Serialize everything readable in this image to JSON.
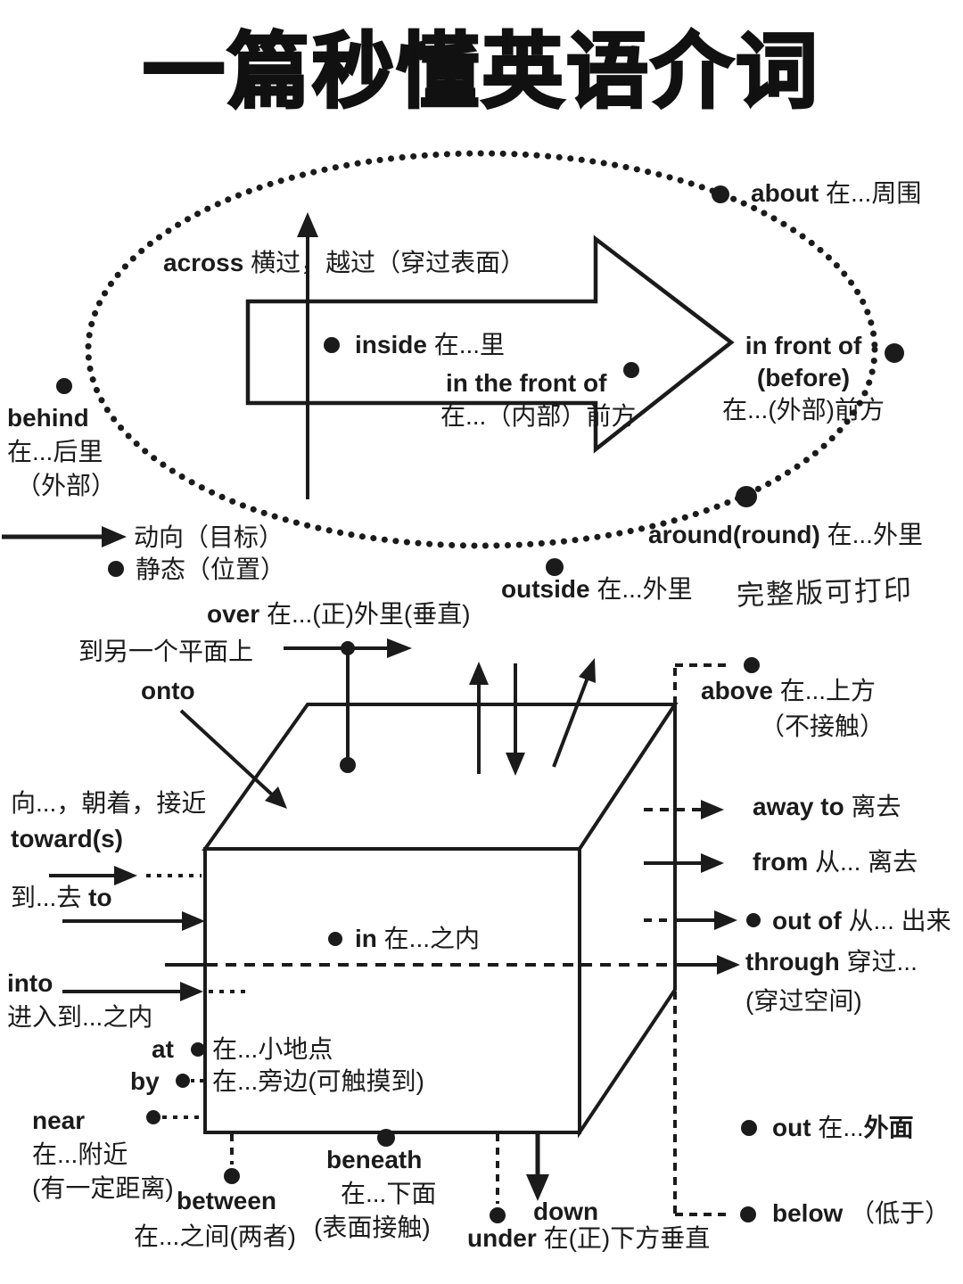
{
  "title": "一篇秒懂英语介词",
  "watermark": "完整版可打印",
  "colors": {
    "ink": "#1b1b1b",
    "background": "#ffffff"
  },
  "legend": {
    "motion_label": "动向（目标）",
    "static_label": "静态（位置）"
  },
  "ellipse_section": {
    "about": {
      "en": "about",
      "zh": "在...周围"
    },
    "across": {
      "en": "across",
      "zh": "横过，越过（穿过表面）"
    },
    "inside": {
      "en": "inside",
      "zh": "在...里"
    },
    "in_the_front_of": {
      "en": "in the front of",
      "zh": "在...（内部）前方"
    },
    "in_front_of": {
      "en": "in front of",
      "alias": "(before)",
      "zh": "在...(外部)前方"
    },
    "behind": {
      "en": "behind",
      "zh": "在...后里",
      "note": "（外部）"
    },
    "around": {
      "en": "around(round)",
      "zh": "在...外里"
    },
    "outside": {
      "en": "outside",
      "zh": "在...外里"
    }
  },
  "cube_section": {
    "over": {
      "en": "over",
      "zh": "在...(正)外里(垂直)"
    },
    "onto": {
      "zh": "到另一个平面上",
      "en": "onto"
    },
    "toward": {
      "zh": "向...，朝着，接近",
      "en": "toward(s)"
    },
    "to": {
      "zh": "到...去",
      "en": "to"
    },
    "into": {
      "en": "into",
      "zh": "进入到...之内"
    },
    "in": {
      "en": "in",
      "zh": "在...之内"
    },
    "at": {
      "en": "at",
      "zh": "在...小地点"
    },
    "by": {
      "en": "by",
      "zh": "在...旁边(可触摸到)"
    },
    "near": {
      "en": "near",
      "zh": "在...附近",
      "note": "(有一定距离)"
    },
    "between": {
      "en": "between",
      "zh": "在...之间(两者)"
    },
    "beneath": {
      "en": "beneath",
      "zh": "在...下面",
      "note": "(表面接触)"
    },
    "under": {
      "en": "under",
      "zh": "在(正)下方垂直"
    },
    "down": {
      "en": "down"
    },
    "above": {
      "en": "above",
      "zh": "在...上方",
      "note": "（不接触）"
    },
    "away_to": {
      "en": "away to",
      "zh": "离去"
    },
    "from": {
      "en": "from",
      "zh": "从... 离去"
    },
    "out_of": {
      "en": "out of",
      "zh": "从... 出来"
    },
    "through": {
      "en": "through",
      "zh": "穿过...",
      "note": "(穿过空间)"
    },
    "out": {
      "en": "out",
      "zh": "在...",
      "zh_bold": "外面"
    },
    "below": {
      "en": "below",
      "zh": "（低于）"
    }
  }
}
